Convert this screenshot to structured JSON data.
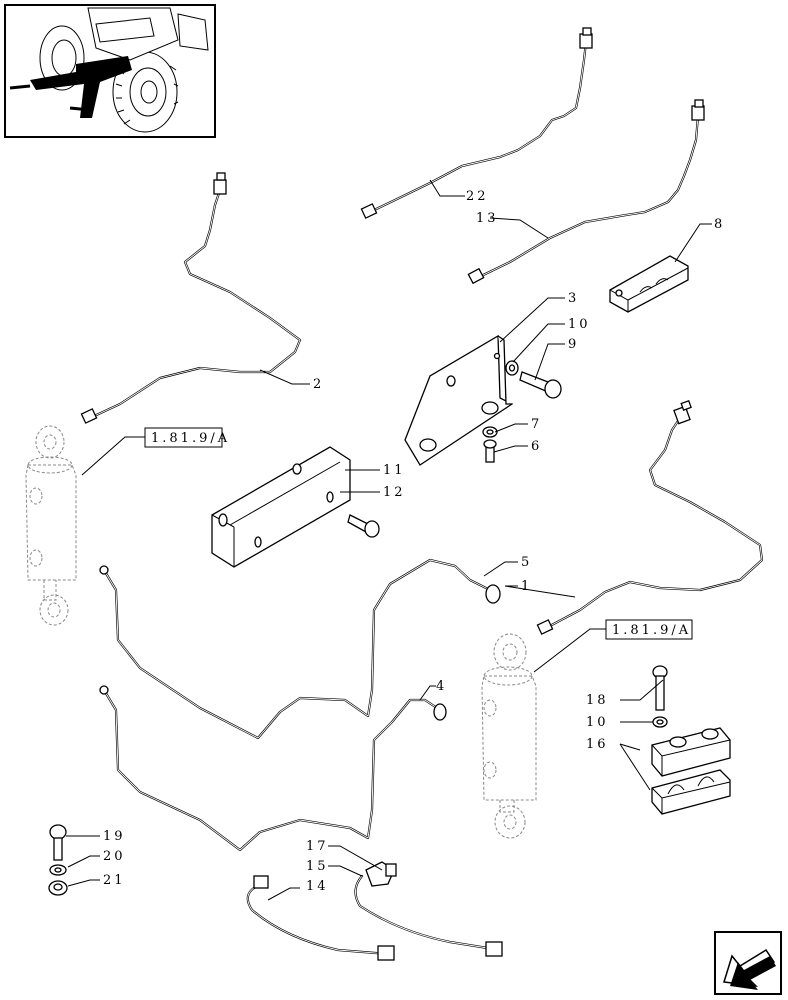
{
  "diagram": {
    "callouts": [
      "22",
      "13",
      "8",
      "3",
      "10",
      "9",
      "2",
      "7",
      "6",
      "11",
      "12",
      "5",
      "1",
      "4",
      "18",
      "10",
      "16",
      "19",
      "20",
      "21",
      "17",
      "15",
      "14"
    ],
    "references": [
      "1.81.9/A",
      "1.81.9/A"
    ],
    "icons": {
      "thumbnail": "tractor-location-thumbnail-icon",
      "navigation": "next-page-arrow-icon"
    }
  }
}
